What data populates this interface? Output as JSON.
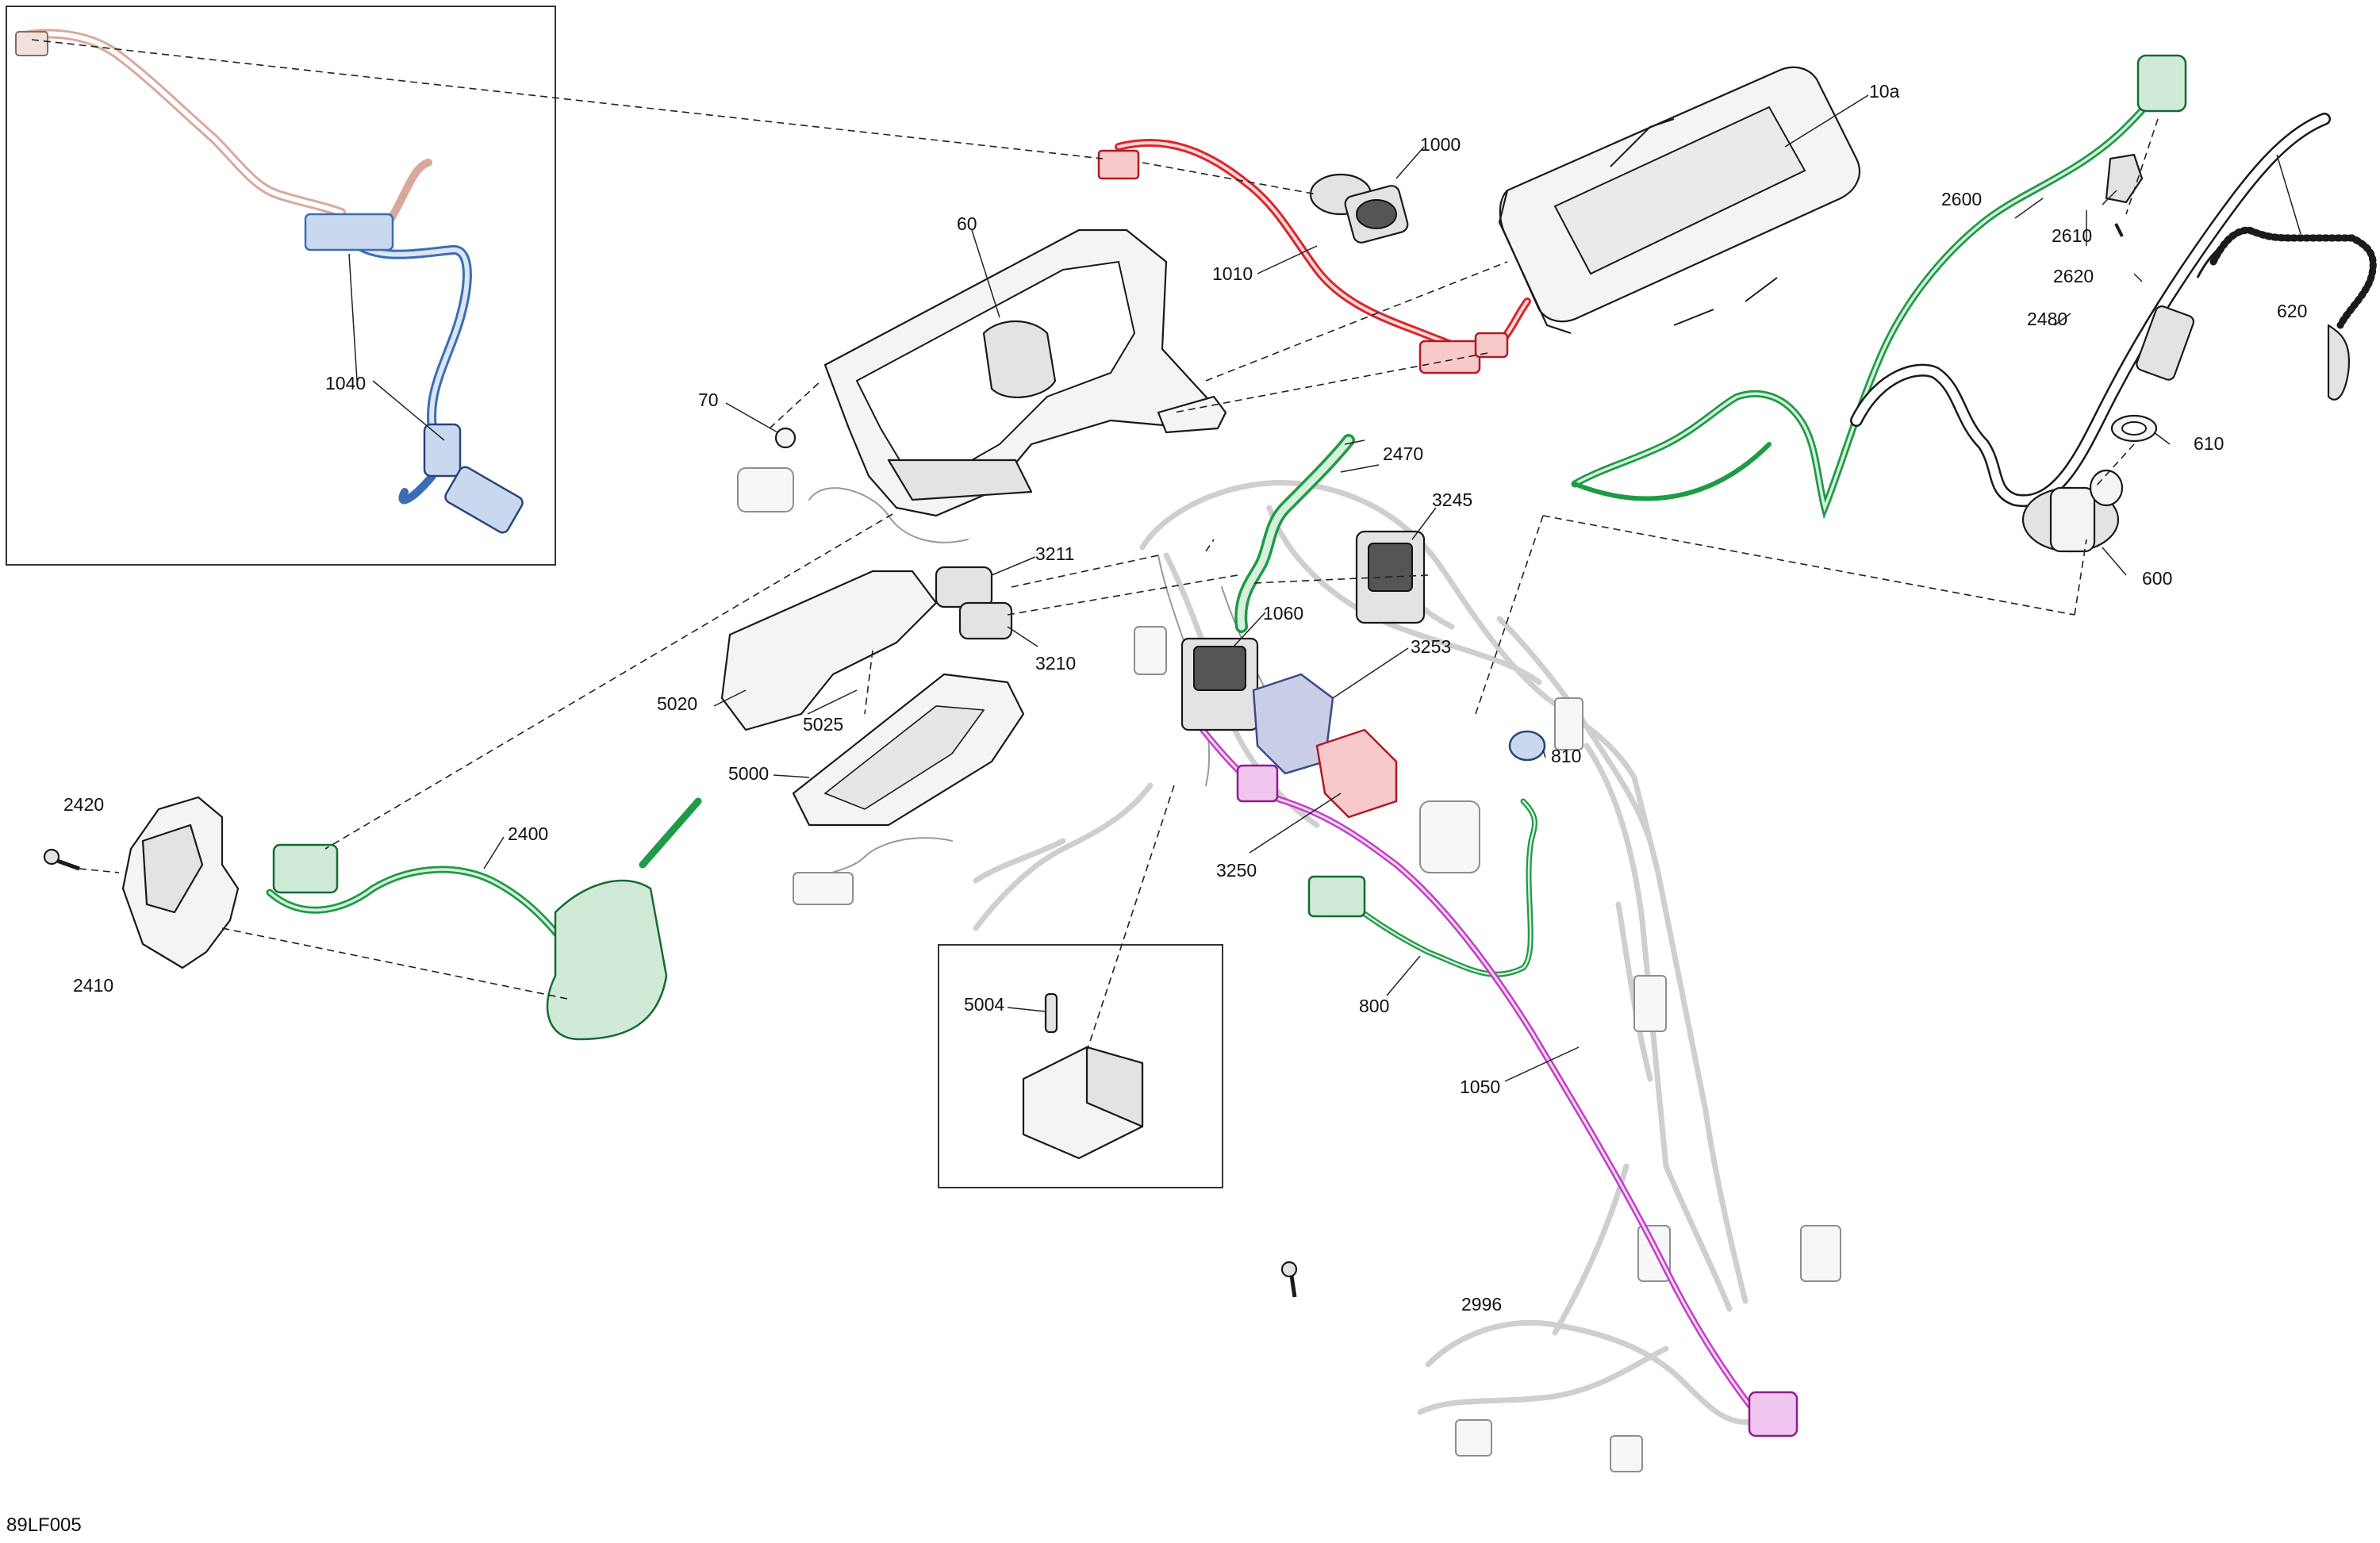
{
  "diagram_code": "89LF005",
  "colors": {
    "red": "#d8262c",
    "green": "#1f9a45",
    "blue": "#3b6db3",
    "navy": "#3a4a8c",
    "magenta": "#c23fc4",
    "pink_harness": "#d9a89c",
    "frame_gray": "#cfcfcf"
  },
  "callouts": {
    "c10a": "10a",
    "c60": "60",
    "c70": "70",
    "c600": "600",
    "c610": "610",
    "c620": "620",
    "c800": "800",
    "c810": "810",
    "c1000": "1000",
    "c1010": "1010",
    "c1040": "1040",
    "c1050": "1050",
    "c1060": "1060",
    "c2400": "2400",
    "c2410": "2410",
    "c2420": "2420",
    "c2470": "2470",
    "c2480": "2480",
    "c2600": "2600",
    "c2610": "2610",
    "c2620": "2620",
    "c2996": "2996",
    "c3210": "3210",
    "c3211": "3211",
    "c3245": "3245",
    "c3250": "3250",
    "c3253": "3253",
    "c5000": "5000",
    "c5004": "5004",
    "c5020": "5020",
    "c5025": "5025"
  }
}
